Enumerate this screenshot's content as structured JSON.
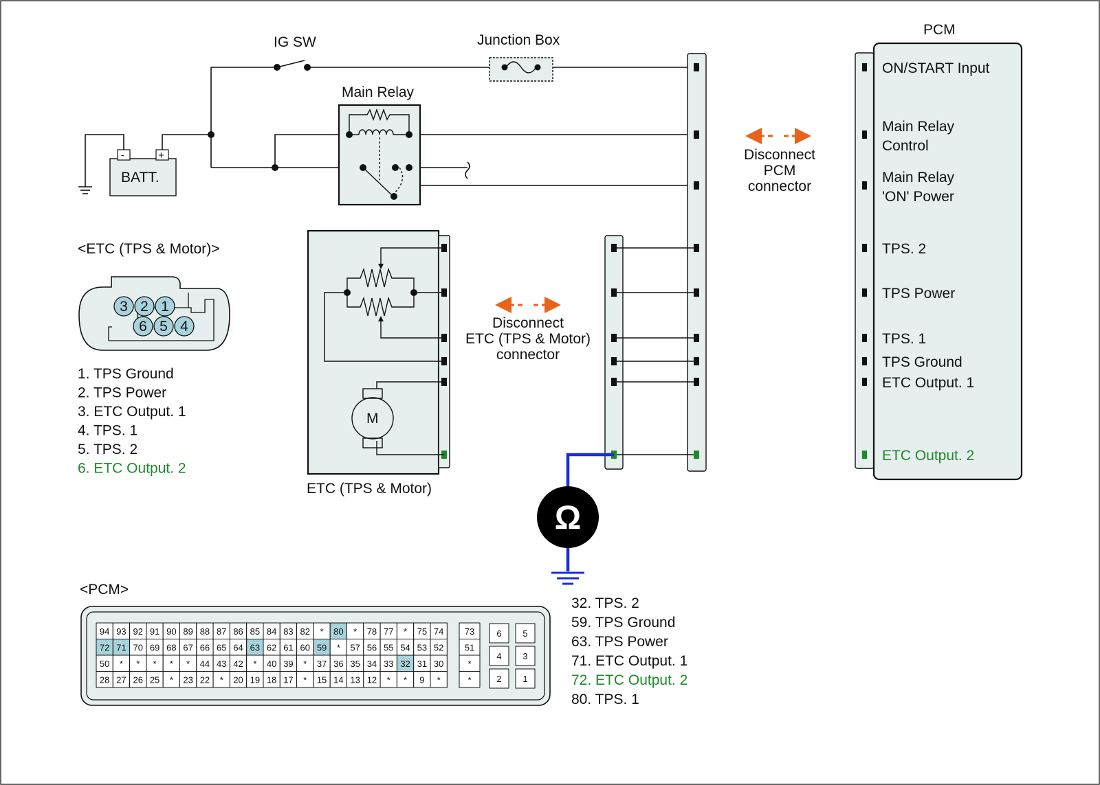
{
  "labels": {
    "ig_sw": "IG SW",
    "junction_box": "Junction Box",
    "main_relay": "Main Relay",
    "batt": "BATT.",
    "batt_neg": "-",
    "batt_pos": "+",
    "pcm_title": "PCM",
    "disconnect_pcm": [
      "Disconnect",
      "PCM",
      "connector"
    ],
    "disconnect_etc": [
      "Disconnect",
      "ETC (TPS & Motor)",
      "connector"
    ],
    "etc_connector_title": "<ETC (TPS & Motor)>",
    "etc_component": "ETC (TPS & Motor)",
    "motor": "M",
    "pcm_connector_title": "<PCM>",
    "ohm": "Ω"
  },
  "pcm_pins": [
    {
      "label": [
        "ON/START Input"
      ],
      "color": "#111111"
    },
    {
      "label": [
        "Main Relay",
        "Control"
      ],
      "color": "#111111"
    },
    {
      "label": [
        "Main Relay",
        "'ON' Power"
      ],
      "color": "#111111"
    },
    {
      "label": [
        "TPS. 2"
      ],
      "color": "#111111"
    },
    {
      "label": [
        "TPS Power"
      ],
      "color": "#111111"
    },
    {
      "label": [
        "TPS. 1"
      ],
      "color": "#111111"
    },
    {
      "label": [
        "TPS Ground"
      ],
      "color": "#111111"
    },
    {
      "label": [
        "ETC Output. 1"
      ],
      "color": "#111111"
    },
    {
      "label": [
        "ETC Output. 2"
      ],
      "color": "#1e8a2a"
    }
  ],
  "etc_connector": {
    "pins_top": [
      "3",
      "2",
      "1"
    ],
    "pins_bottom": [
      "6",
      "5",
      "4"
    ]
  },
  "etc_pin_list": [
    {
      "text": "1. TPS Ground",
      "highlight": false
    },
    {
      "text": "2. TPS Power",
      "highlight": false
    },
    {
      "text": "3. ETC Output. 1",
      "highlight": false
    },
    {
      "text": "4. TPS. 1",
      "highlight": false
    },
    {
      "text": "5. TPS. 2",
      "highlight": false
    },
    {
      "text": "6. ETC Output. 2",
      "highlight": true
    }
  ],
  "pcm_pin_list": [
    {
      "text": "32. TPS. 2",
      "highlight": false
    },
    {
      "text": "59. TPS Ground",
      "highlight": false
    },
    {
      "text": "63. TPS Power",
      "highlight": false
    },
    {
      "text": "71. ETC Output. 1",
      "highlight": false
    },
    {
      "text": "72. ETC Output. 2",
      "highlight": true
    },
    {
      "text": "80. TPS. 1",
      "highlight": false
    }
  ],
  "pcm_connector": {
    "rows": [
      [
        "94",
        "93",
        "92",
        "91",
        "90",
        "89",
        "88",
        "87",
        "86",
        "85",
        "84",
        "83",
        "82",
        "*",
        "80",
        "*",
        "78",
        "77",
        "*",
        "75",
        "74"
      ],
      [
        "72",
        "71",
        "70",
        "69",
        "68",
        "67",
        "66",
        "65",
        "64",
        "63",
        "62",
        "61",
        "60",
        "59",
        "*",
        "57",
        "56",
        "55",
        "54",
        "53",
        "52"
      ],
      [
        "50",
        "*",
        "*",
        "*",
        "*",
        "*",
        "44",
        "43",
        "42",
        "*",
        "40",
        "39",
        "*",
        "37",
        "36",
        "35",
        "34",
        "33",
        "32",
        "31",
        "30"
      ],
      [
        "28",
        "27",
        "26",
        "25",
        "*",
        "23",
        "22",
        "*",
        "20",
        "19",
        "18",
        "17",
        "*",
        "15",
        "14",
        "13",
        "12",
        "*",
        "*",
        "9",
        "*"
      ]
    ],
    "side_column": [
      "73",
      "51",
      "*",
      "*"
    ],
    "small_block": [
      [
        "6",
        "5"
      ],
      [
        "4",
        "3"
      ],
      [
        "2",
        "1"
      ]
    ],
    "highlighted": [
      "80",
      "72",
      "71",
      "63",
      "59",
      "32"
    ],
    "highlight_color": "#a9d3dc"
  },
  "colors": {
    "connector_fill": "#e6eeee",
    "pin_teal": "#a9d3dc",
    "arrow_orange": "#e8621a",
    "probe_blue": "#1a2fd6",
    "green": "#1e8a2a"
  }
}
